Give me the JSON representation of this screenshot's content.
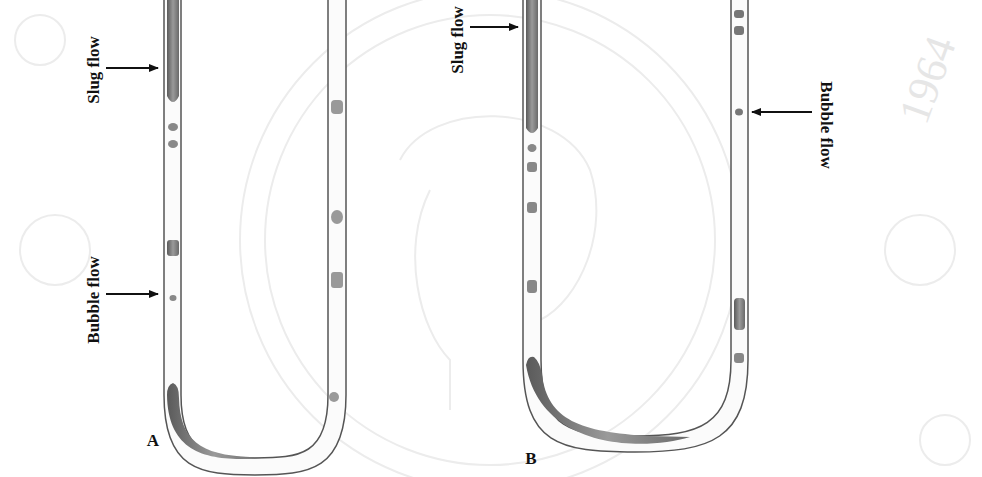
{
  "diagram": {
    "labels": [
      "Slug flow",
      "Bubble flow",
      "Slug flow",
      "Bubble flow",
      "A",
      "B",
      "1964"
    ]
  }
}
